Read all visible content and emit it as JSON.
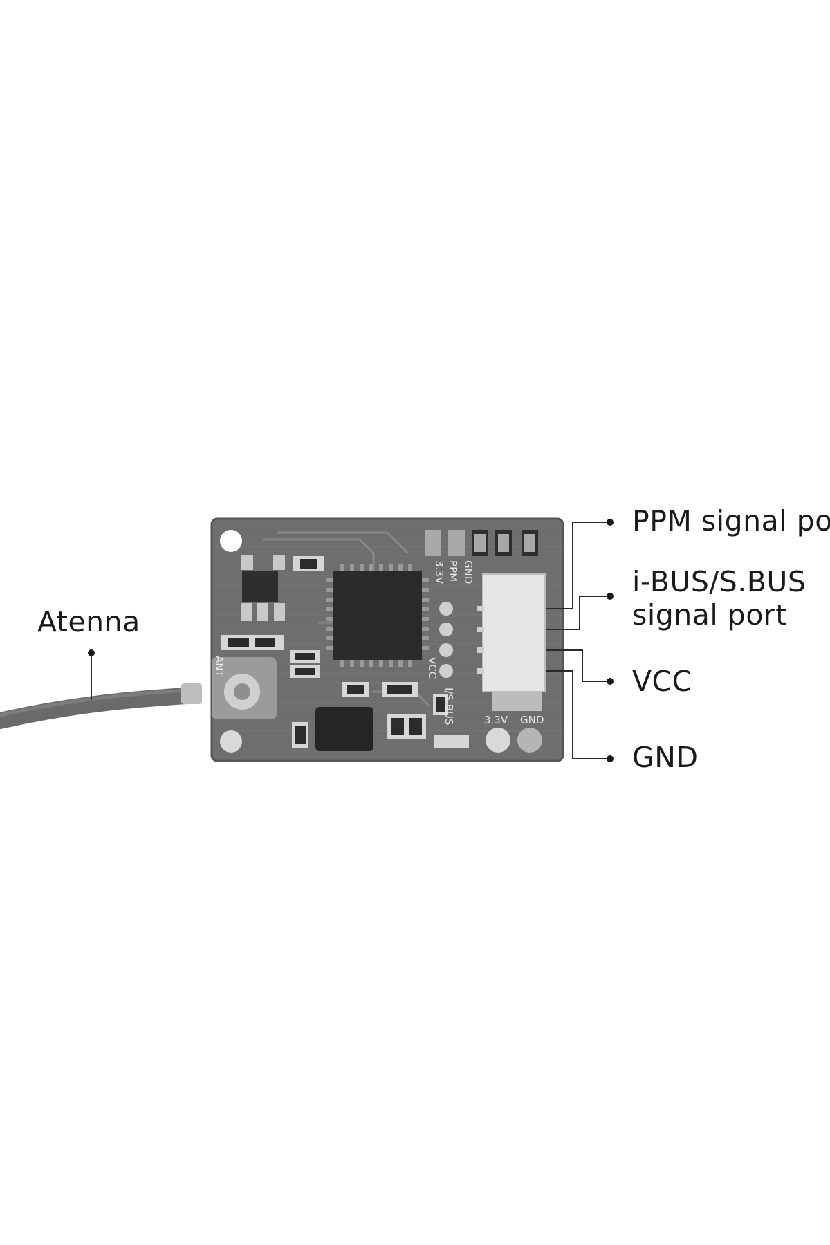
{
  "diagram": {
    "labels": {
      "antenna": "Atenna",
      "ppm": "PPM signal po",
      "ibus_line1": "i-BUS/S.BUS",
      "ibus_line2": "signal port",
      "vcc": "VCC",
      "gnd": "GND"
    },
    "silkscreen": {
      "gnd_top": "GND",
      "ppm": "PPM",
      "v33_top": "3.3V",
      "vcc": "VCC",
      "ibus": "I/S BUS",
      "v33_pad": "3.3V",
      "gnd_pad": "GND",
      "ant": "ANT"
    },
    "colors": {
      "board": "#6e6e6e",
      "board_dark": "#4a4a4a",
      "chip": "#2b2b2b",
      "connector": "#e6e6e6",
      "pad": "#a8a8a8",
      "cable": "#6a6a6a",
      "leader": "#2a2a2a"
    }
  }
}
